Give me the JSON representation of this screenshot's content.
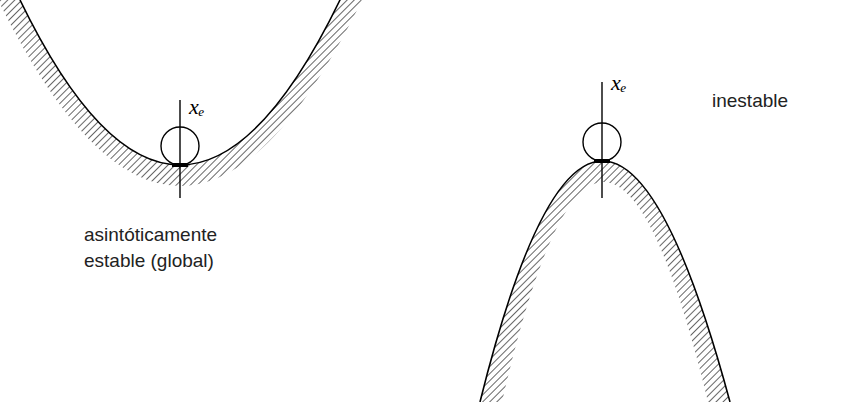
{
  "diagram": {
    "labels": [
      "xₑ",
      "xₑ",
      "inestable",
      "asintóticamente estable (global)"
    ]
  }
}
